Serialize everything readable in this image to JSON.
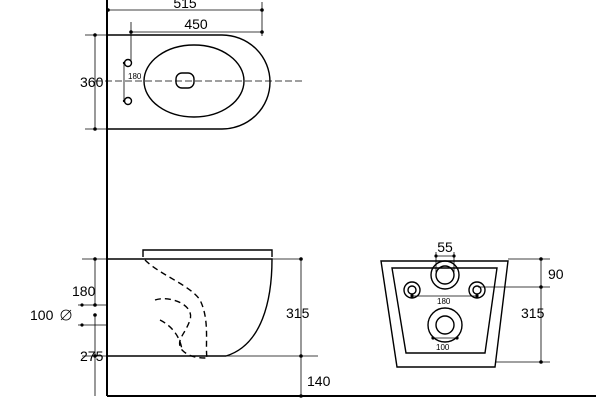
{
  "top_view": {
    "width_outer": "515",
    "width_inner": "450",
    "depth": "360",
    "hole_spacing": "180"
  },
  "side_view": {
    "height_upper": "180",
    "pipe_diameter": "100",
    "height_total": "315",
    "height_lower": "275",
    "floor_offset": "140"
  },
  "back_view": {
    "top_inlet": "55",
    "top_height": "90",
    "bolt_spacing": "180",
    "height": "315",
    "outlet": "100"
  }
}
